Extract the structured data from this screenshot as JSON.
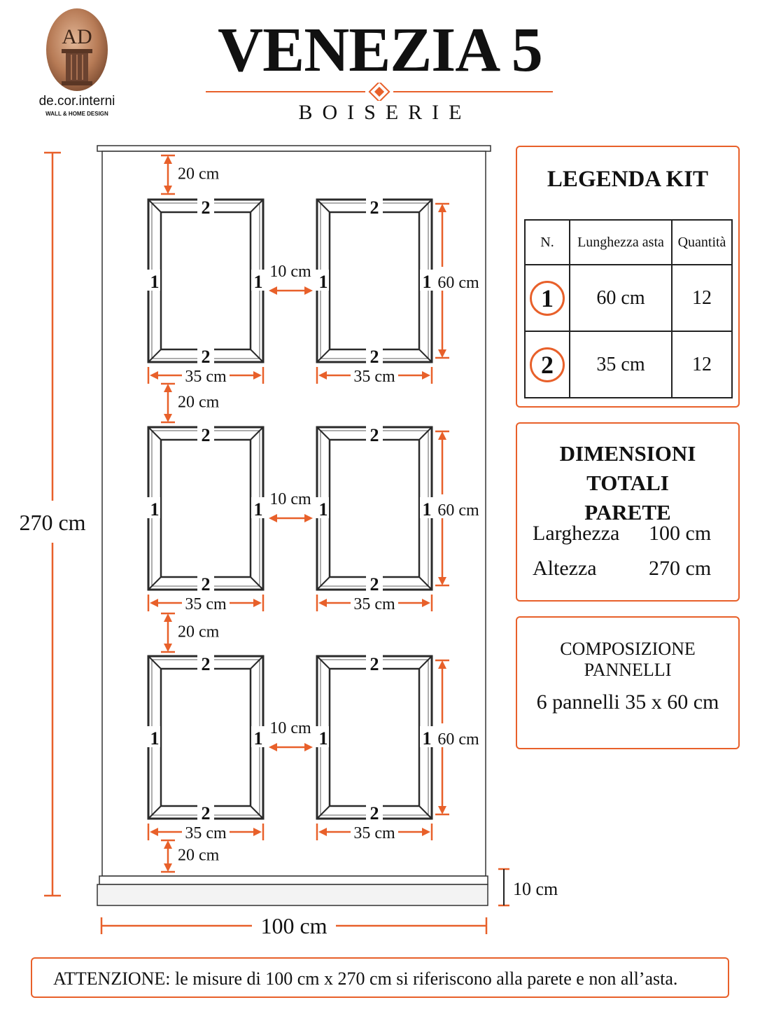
{
  "brand": {
    "logo_monogram": "AD",
    "name": "de.cor.interni",
    "tagline": "WALL & HOME DESIGN"
  },
  "header": {
    "title": "VENEZIA 5",
    "subtitle": "BOISERIE"
  },
  "diagram": {
    "wall_width_label": "100 cm",
    "wall_height_label": "270 cm",
    "skirting_label": "10 cm",
    "top_gap_label": "20 cm",
    "row_gap_label": "20 cm",
    "bottom_gap_label": "20 cm",
    "column_gap_label": "10 cm",
    "panel_width_label": "35 cm",
    "panel_height_label": "60 cm",
    "side_rod_number": "1",
    "top_rod_number": "2",
    "rows": 3,
    "columns": 2,
    "accent_color": "#e8602a"
  },
  "legend": {
    "title": "LEGENDA KIT",
    "headers": [
      "N.",
      "Lunghezza asta",
      "Quantità"
    ],
    "rows": [
      {
        "n": "1",
        "length": "60 cm",
        "qty": "12"
      },
      {
        "n": "2",
        "length": "35 cm",
        "qty": "12"
      }
    ]
  },
  "dimensions": {
    "title_line1": "DIMENSIONI TOTALI",
    "title_line2": "PARETE",
    "width_label": "Larghezza",
    "width_value": "100 cm",
    "height_label": "Altezza",
    "height_value": "270 cm"
  },
  "composition": {
    "title": "COMPOSIZIONE PANNELLI",
    "text": "6 pannelli 35 x 60 cm"
  },
  "note": {
    "text": "ATTENZIONE: le misure di 100 cm x 270 cm si riferiscono alla parete e non all’asta."
  }
}
